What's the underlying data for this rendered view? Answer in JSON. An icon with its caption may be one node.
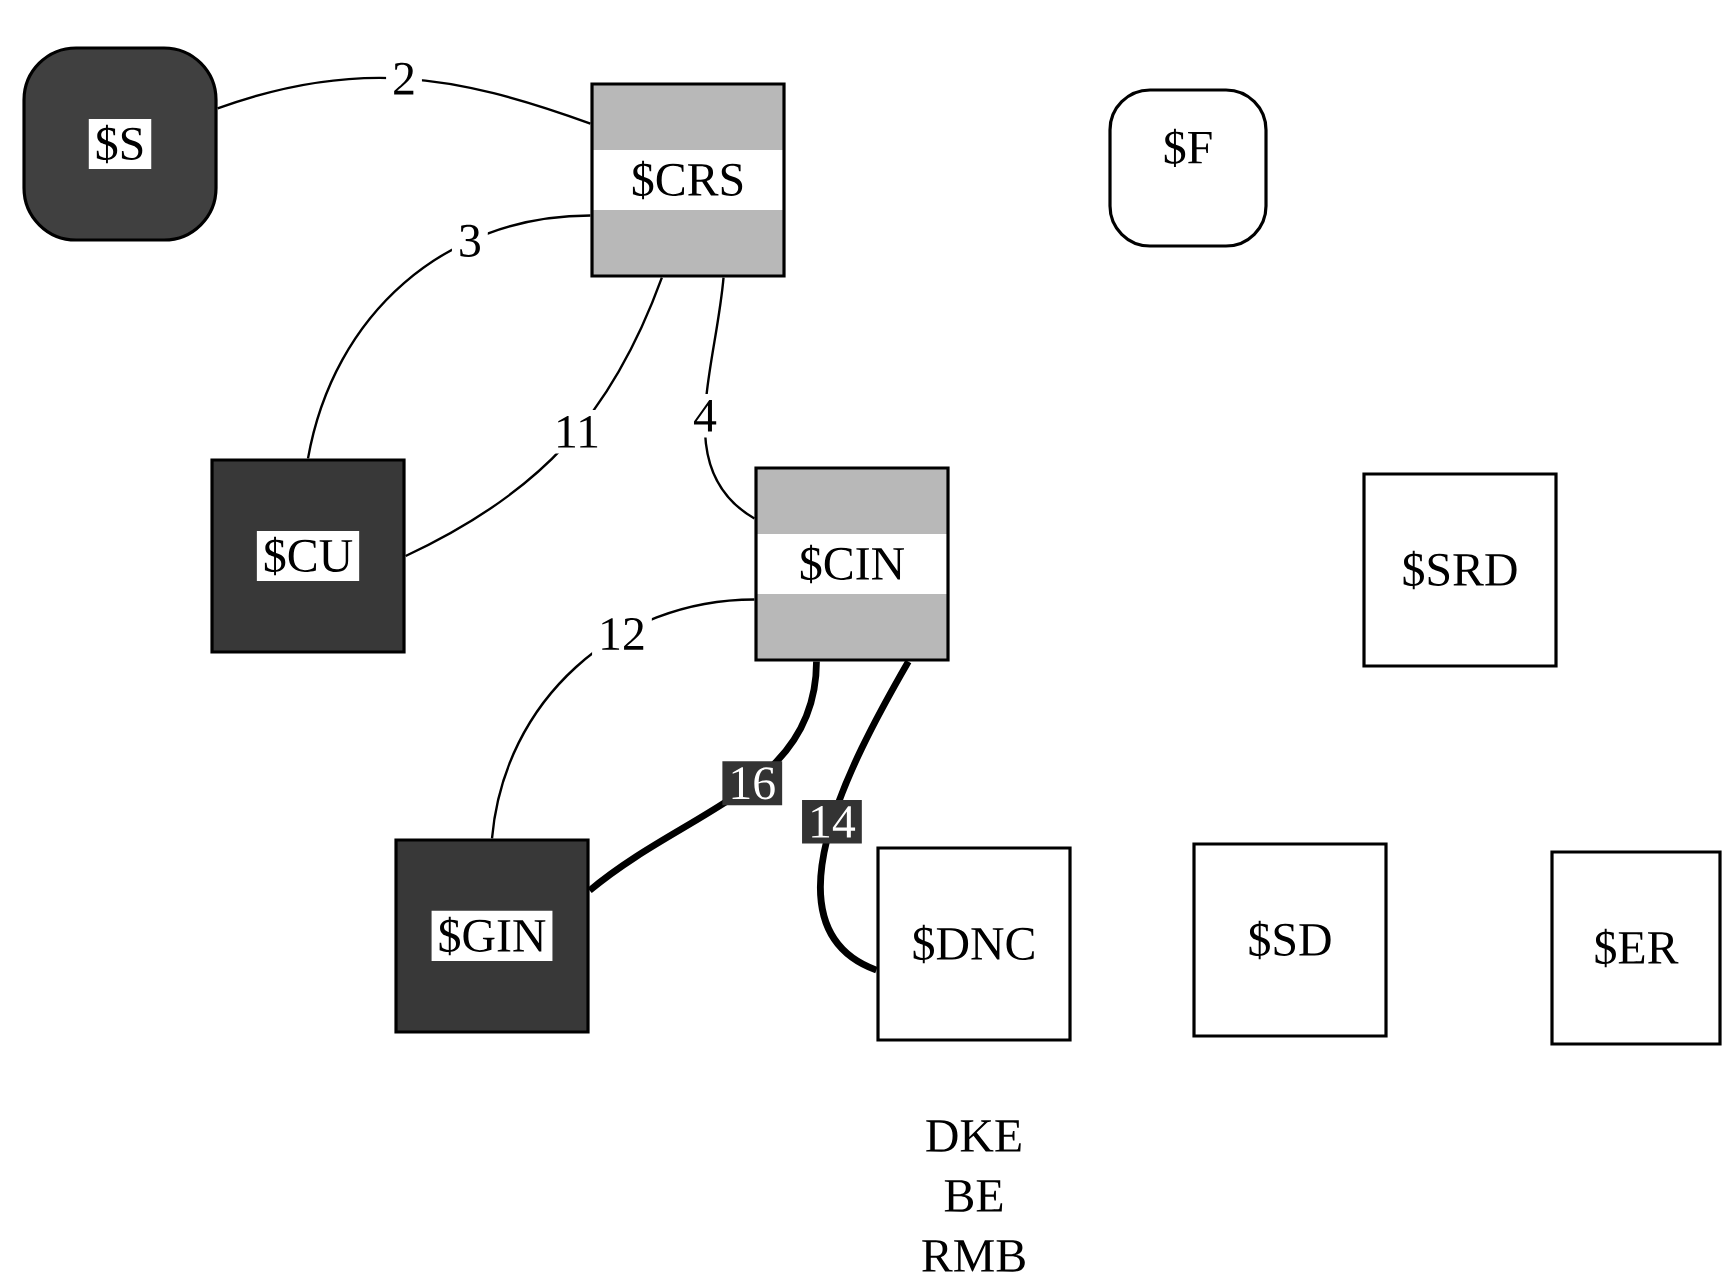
{
  "diagram": {
    "nodes": [
      {
        "text": [
          "$S"
        ]
      },
      {
        "text": [
          "$CRS"
        ]
      },
      {
        "text": [
          "$F"
        ]
      },
      {
        "text": [
          "$CU"
        ]
      },
      {
        "text": [
          "$CIN"
        ]
      },
      {
        "text": [
          "$SRD"
        ]
      },
      {
        "text": [
          "$GIN"
        ]
      },
      {
        "text": [
          "$DNC"
        ],
        "beside": [
          "DKE",
          "BE",
          "RMB"
        ]
      },
      {
        "text": [
          "$SD"
        ]
      },
      {
        "text": [
          "$ER"
        ]
      }
    ],
    "edges": [
      {
        "from": 0,
        "to": 1,
        "arrow": "none",
        "label": "2"
      },
      {
        "from": 1,
        "to": 3,
        "arrow": "none",
        "label": "3"
      },
      {
        "from": 1,
        "to": 3,
        "arrow": "none",
        "label": "11"
      },
      {
        "from": 1,
        "to": 4,
        "arrow": "none",
        "label": "4"
      },
      {
        "from": 4,
        "to": 6,
        "arrow": "none",
        "label": "12"
      },
      {
        "from": 4,
        "to": 6,
        "arrow": "none",
        "label": "16",
        "style": "thick"
      },
      {
        "from": 4,
        "to": 7,
        "arrow": "none",
        "label": "14",
        "style": "thick"
      }
    ]
  }
}
